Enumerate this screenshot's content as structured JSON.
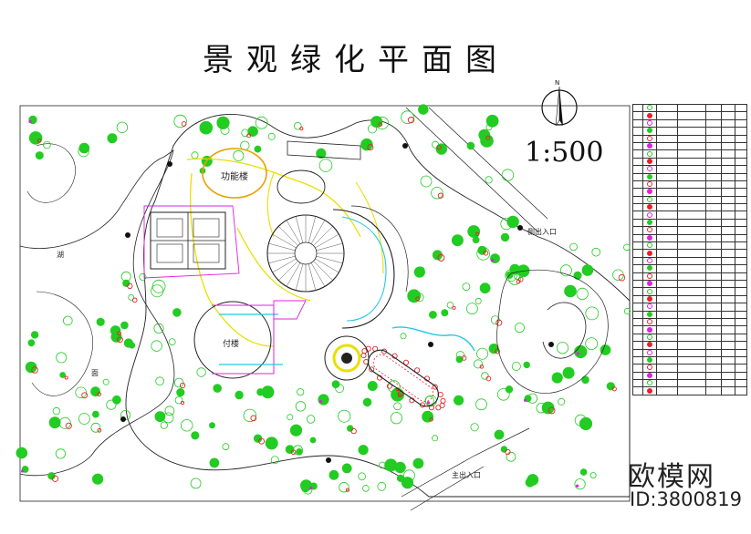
{
  "title": "景观绿化平面图",
  "scale": "1:500",
  "north_label": "N",
  "watermark": {
    "name": "欧模网",
    "id": "ID:3800819"
  },
  "labels": {
    "function_building": "功能楼",
    "tennis": "",
    "lake": "湖",
    "lake2": "面",
    "side_entrance": "侧出入口",
    "main_entrance": "主出入口",
    "attached_building": "付楼"
  },
  "colors": {
    "tree_green": "#22cc22",
    "flower_red": "#e8202a",
    "outline": "#111111",
    "path_yellow": "#e8e000",
    "water_cyan": "#22c8e8",
    "shrub_magenta": "#e020e0"
  },
  "legend_rows": 38
}
